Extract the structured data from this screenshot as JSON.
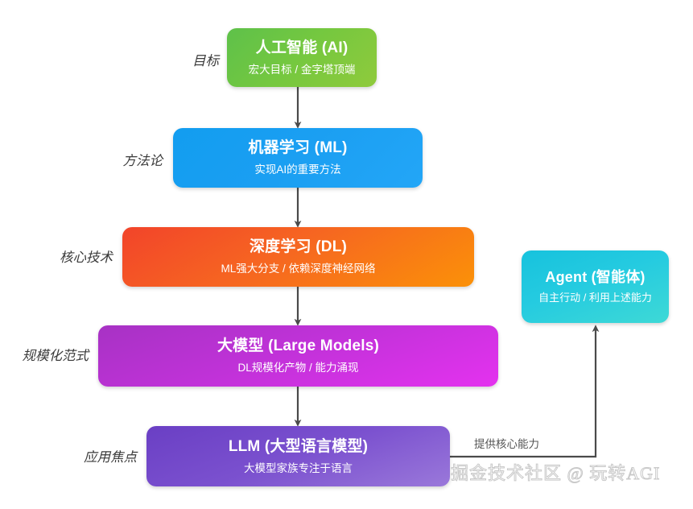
{
  "diagram": {
    "title_context": "AI / ML / DL / Large Models / LLM / Agent hierarchy",
    "background_color": "#ffffff",
    "arrow_color": "#4a4a4a"
  },
  "tiers": [
    {
      "label": "目标"
    },
    {
      "label": "方法论"
    },
    {
      "label": "核心技术"
    },
    {
      "label": "规模化范式"
    },
    {
      "label": "应用焦点"
    }
  ],
  "nodes": [
    {
      "id": "ai",
      "title": "人工智能 (AI)",
      "subtitle": "宏大目标 / 金字塔顶端",
      "color_from": "#5ec14a",
      "color_to": "#8fca3c"
    },
    {
      "id": "ml",
      "title": "机器学习 (ML)",
      "subtitle": "实现AI的重要方法",
      "color_from": "#129df0",
      "color_to": "#23a6f7"
    },
    {
      "id": "dl",
      "title": "深度学习 (DL)",
      "subtitle": "ML强大分支 / 依赖深度神经网络",
      "color_from": "#f2442a",
      "color_to": "#fb9108"
    },
    {
      "id": "lm",
      "title": "大模型 (Large Models)",
      "subtitle": "DL规模化产物 / 能力涌现",
      "color_from": "#a732c4",
      "color_to": "#e432ef"
    },
    {
      "id": "llm",
      "title": "LLM (大型语言模型)",
      "subtitle": "大模型家族专注于语言",
      "color_from": "#6a3fc4",
      "color_to": "#9a78da"
    },
    {
      "id": "agent",
      "title": "Agent (智能体)",
      "subtitle": "自主行动 / 利用上述能力",
      "color_from": "#17c2dd",
      "color_to": "#3ed9d6"
    }
  ],
  "edges": {
    "llm_to_agent_label": "提供核心能力"
  },
  "watermark": {
    "text": "掘金技术社区 @ 玩转AGI"
  }
}
